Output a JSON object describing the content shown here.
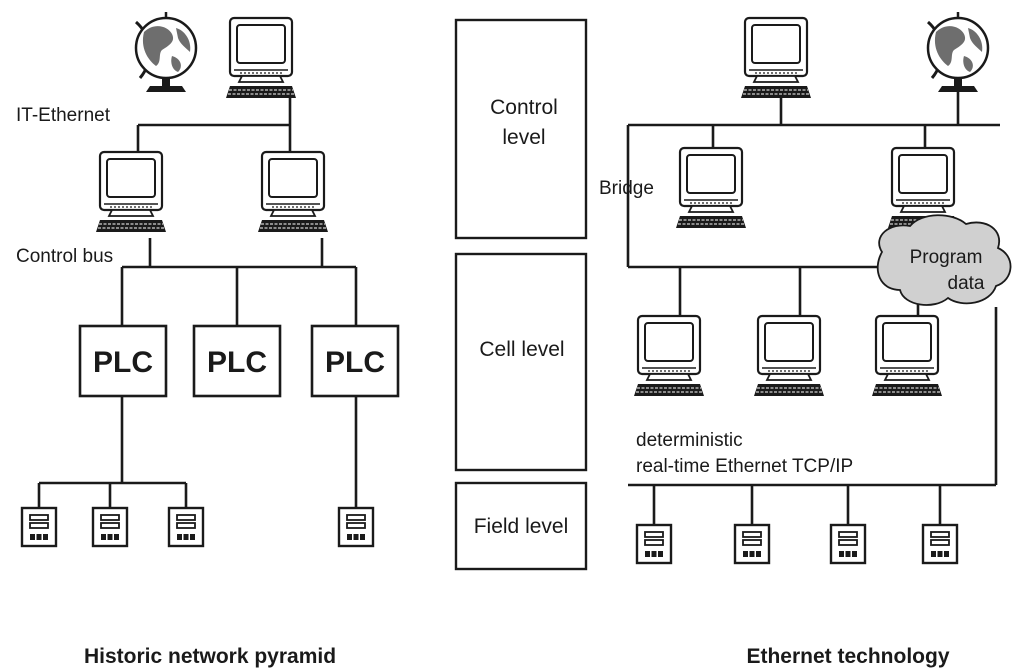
{
  "labels": {
    "it_ethernet": "IT-Ethernet",
    "control_bus": "Control bus",
    "bridge": "Bridge",
    "cloud_line1": "Program",
    "cloud_line2": "data",
    "rt_line1": "deterministic",
    "rt_line2": "real-time Ethernet TCP/IP"
  },
  "levels": {
    "control_line1": "Control",
    "control_line2": "level",
    "cell": "Cell level",
    "field": "Field level"
  },
  "plc_label": "PLC",
  "captions": {
    "left": "Historic network pyramid",
    "right": "Ethernet technology"
  },
  "colors": {
    "line": "#1a1a1a",
    "cloud_fill": "#d0d0d0",
    "globe_ocean": "#ffffff",
    "globe_land": "#6e6e6e"
  },
  "icons": [
    "globe-icon",
    "computer-icon",
    "field-device-icon"
  ]
}
